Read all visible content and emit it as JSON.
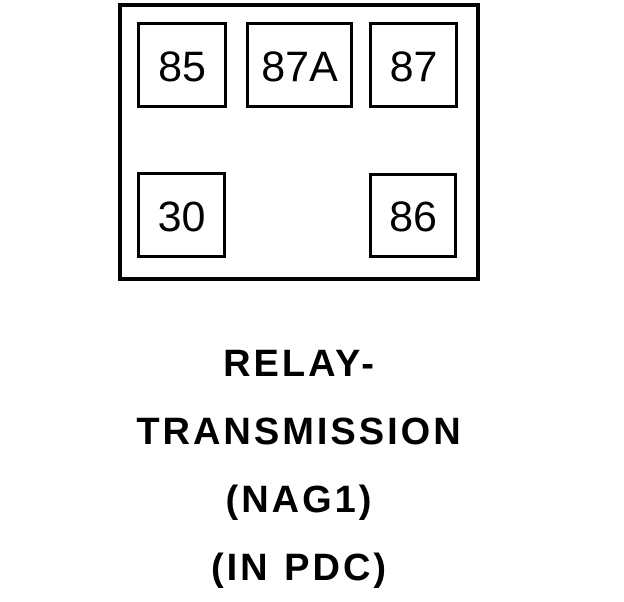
{
  "colors": {
    "background": "#ffffff",
    "line": "#000000"
  },
  "relay_diagram": {
    "terminals": [
      {
        "label": "85"
      },
      {
        "label": "87A"
      },
      {
        "label": "87"
      },
      {
        "label": "30"
      },
      {
        "label": "86"
      }
    ],
    "caption": {
      "lines": [
        "RELAY-",
        "TRANSMISSION",
        "(NAG1)",
        "(IN PDC)"
      ]
    }
  }
}
